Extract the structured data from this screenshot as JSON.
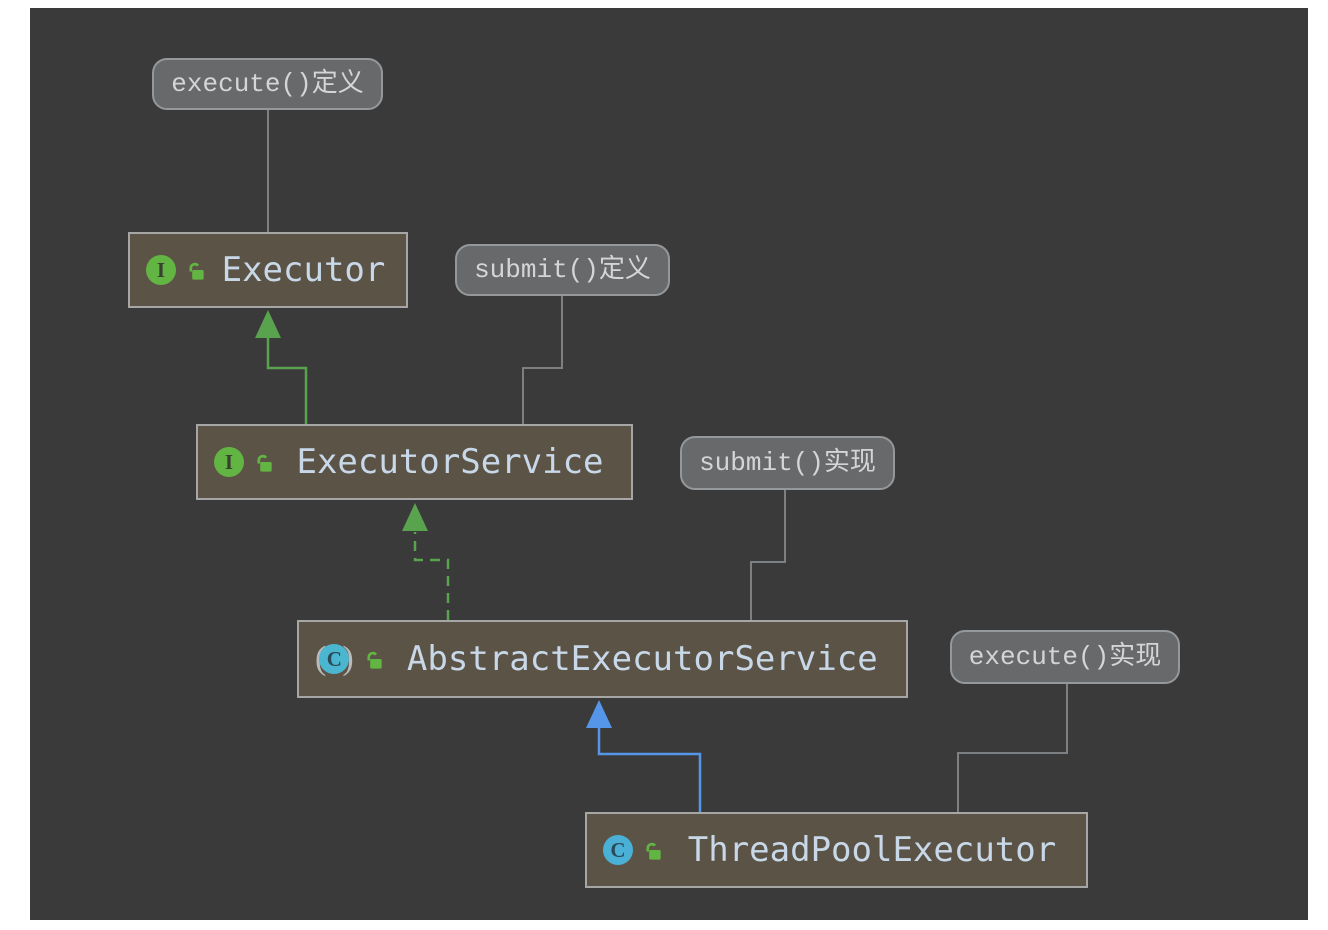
{
  "diagram": {
    "kind": "uml-class-diagram",
    "classes": [
      {
        "name": "Executor",
        "stereotype": "interface",
        "visibility": "public"
      },
      {
        "name": "ExecutorService",
        "stereotype": "interface",
        "visibility": "public"
      },
      {
        "name": "AbstractExecutorService",
        "stereotype": "abstract-class",
        "visibility": "public"
      },
      {
        "name": "ThreadPoolExecutor",
        "stereotype": "class",
        "visibility": "public"
      }
    ],
    "notes": [
      {
        "text": "execute()定义",
        "attached_to": "Executor"
      },
      {
        "text": "submit()定义",
        "attached_to": "ExecutorService"
      },
      {
        "text": "submit()实现",
        "attached_to": "AbstractExecutorService"
      },
      {
        "text": "execute()实现",
        "attached_to": "ThreadPoolExecutor"
      }
    ],
    "relations": [
      {
        "from": "ExecutorService",
        "to": "Executor",
        "type": "extends",
        "line": "solid",
        "color": "#5aa34e"
      },
      {
        "from": "AbstractExecutorService",
        "to": "ExecutorService",
        "type": "implements",
        "line": "dashed",
        "color": "#5aa34e"
      },
      {
        "from": "ThreadPoolExecutor",
        "to": "AbstractExecutorService",
        "type": "extends",
        "line": "solid",
        "color": "#5596e8"
      }
    ]
  },
  "icons": {
    "interface_letter": "I",
    "class_letter": "C",
    "abstract_letter": "C",
    "paren_open": "(",
    "paren_close": ")"
  },
  "colors": {
    "page_bg": "#ffffff",
    "canvas_bg": "#3a3a3a",
    "class_fill": "#5c5347",
    "class_border": "#a6a6a6",
    "class_text": "#c8d8e8",
    "note_fill": "#67696b",
    "note_border": "#95989a",
    "note_text": "#d3d5d6",
    "note_connector": "#7d8082",
    "interface_icon_green": "#62b543",
    "lock_icon_green": "#62b543",
    "class_icon_blue": "#4bb0d6",
    "abstract_icon_teal": "#4bb6cf",
    "extends_interface_arrow": "#5aa34e",
    "implements_arrow": "#5aa34e",
    "extends_class_arrow": "#5596e8"
  }
}
